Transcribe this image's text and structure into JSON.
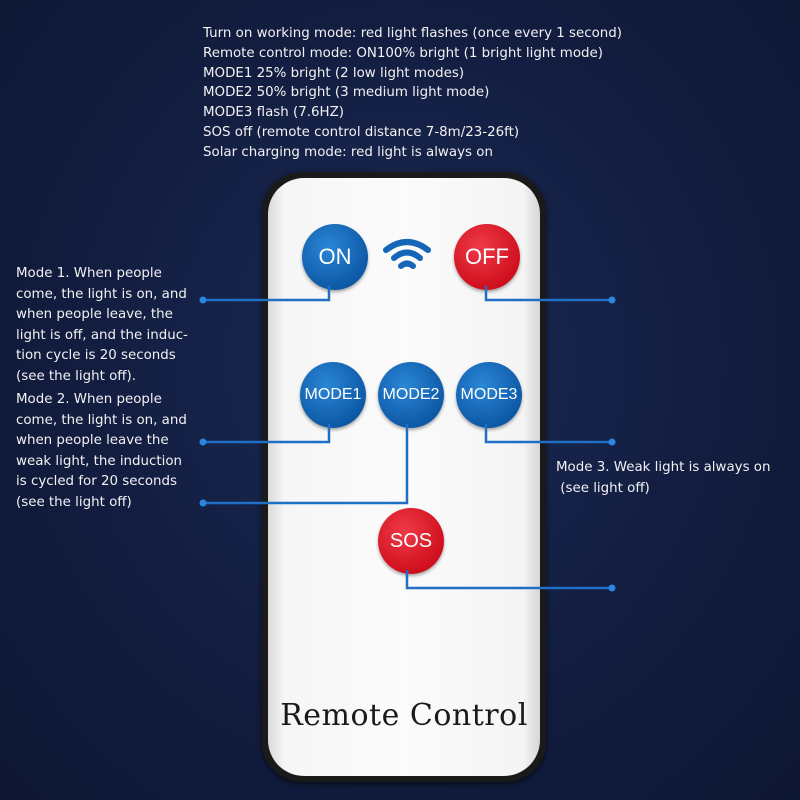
{
  "specs": [
    "Turn on working mode: red light flashes (once every 1 second)",
    "Remote control mode: ON100% bright (1 bright light mode)",
    "MODE1 25% bright (2 low light modes)",
    "MODE2 50% bright (3 medium light mode)",
    "MODE3 flash (7.6HZ)",
    "SOS off (remote control distance 7-8m/23-26ft)",
    "Solar charging mode: red light is always on"
  ],
  "annotations": {
    "mode1": [
      "Mode 1. When people",
      "come, the light is on, and",
      "when people leave, the",
      "light is off, and the induc-",
      "tion cycle is 20 seconds",
      "(see the light off)."
    ],
    "mode2": [
      "Mode 2. When people",
      "come, the light is on, and",
      "when people leave the",
      "weak light, the induction",
      "is cycled for 20 seconds",
      "(see the light off)"
    ],
    "mode3": [
      "Mode 3. Weak light is always on",
      " (see light off)"
    ]
  },
  "remote": {
    "buttons": {
      "on": "ON",
      "off": "OFF",
      "mode1": "MODE1",
      "mode2": "MODE2",
      "mode3": "MODE3",
      "sos": "SOS"
    },
    "label": "Remote Control"
  },
  "colors": {
    "background": "#121d40",
    "accent_blue": "#0e5aa7",
    "accent_red": "#d0101e",
    "connector": "#1f6fc4"
  }
}
